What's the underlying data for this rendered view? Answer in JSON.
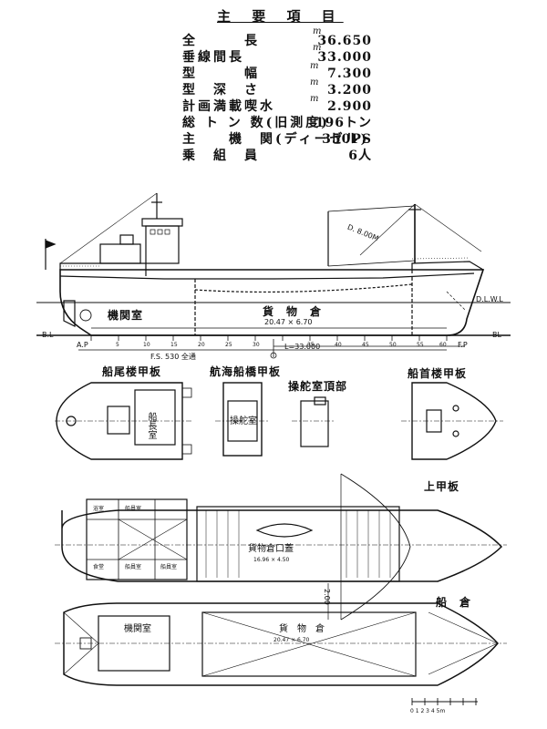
{
  "specs": {
    "title": "主 要 項 目",
    "rows": [
      {
        "label": "全　　　長",
        "value": "36.650",
        "unit": "m"
      },
      {
        "label": "垂線間長",
        "value": "33.000",
        "unit": "m"
      },
      {
        "label": "型　　　幅",
        "value": "7.300",
        "unit": "m"
      },
      {
        "label": "型　深　さ",
        "value": "3.200",
        "unit": "m"
      },
      {
        "label": "計画満載喫水",
        "value": "2.900",
        "unit": "m"
      },
      {
        "label": "総 ト ン 数(旧測度)",
        "value": "196トン",
        "unit": ""
      },
      {
        "label": "主　　機　関(ディーゼル)",
        "value": "350PS",
        "unit": ""
      },
      {
        "label": "乗　組　員",
        "value": "6人",
        "unit": ""
      }
    ]
  },
  "profile": {
    "boom": "D. 8.00M",
    "hold": "貨　物　倉",
    "hold_dims": "20.47 × 6.70",
    "engine_room": "機関室",
    "dlwl": "D.L.W.L",
    "bl_left": "B.L",
    "bl_right": "BL",
    "ap": "A.P",
    "fp": "F.P",
    "fs": "F.S. 530 全通",
    "lpp": "L=33.000",
    "frames": [
      "5",
      "10",
      "15",
      "20",
      "25",
      "30",
      "35",
      "40",
      "45",
      "50",
      "55",
      "60"
    ]
  },
  "plans": {
    "poop_deck": "船尾楼甲板",
    "poop_room": "船長室",
    "nav_deck": "航海船橋甲板",
    "wheelhouse": "操舵室",
    "wheelhouse_top": "操舵室頂部",
    "fc_deck": "船首楼甲板",
    "upper_deck": "上甲板",
    "hatch": "貨物倉口蓋",
    "hatch_dims": "16.96 × 4.50",
    "room_bath": "浴室",
    "room_crew": "船員室",
    "room_mess": "食堂",
    "room_galley": "船員室",
    "room_store": "船員室",
    "hold_plan": "船　倉",
    "hold_plan_room": "貨　物　倉",
    "hold_plan_dims": "20.47 × 6.70",
    "engine_plan": "機関室",
    "beam_dim": "2.00",
    "scale": "0 1 2 3 4 5m"
  }
}
